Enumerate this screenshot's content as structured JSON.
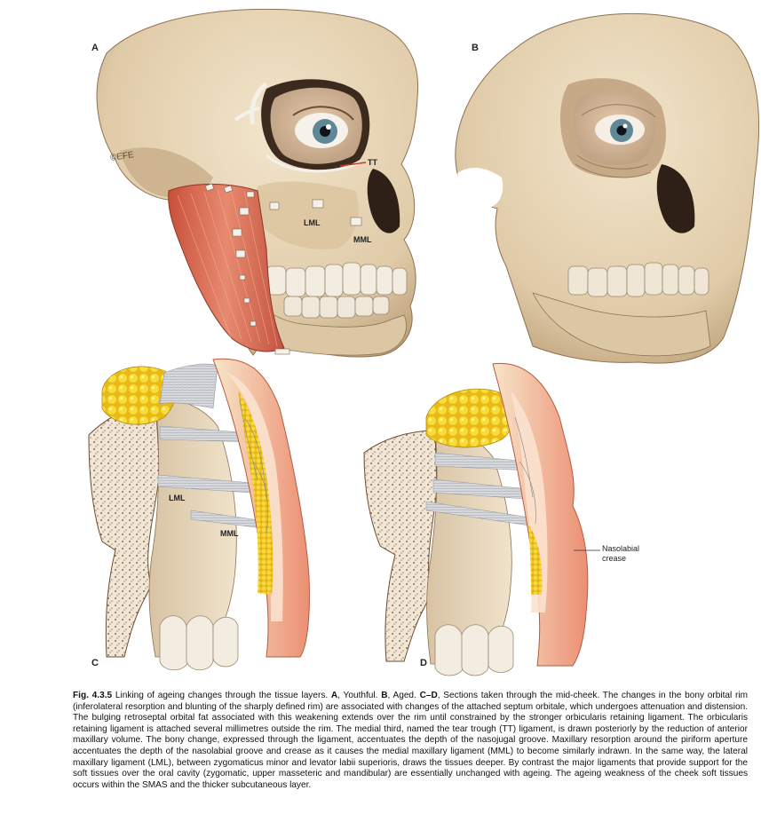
{
  "panels": {
    "a": "A",
    "b": "B",
    "c": "C",
    "d": "D"
  },
  "copyright": "©EFE",
  "labels": {
    "tt": "TT",
    "lml_a": "LML",
    "mml_a": "MML",
    "lml_c": "LML",
    "mml_c": "MML",
    "nasolabial_line1": "Nasolabial",
    "nasolabial_line2": "crease"
  },
  "caption": {
    "fig": "Fig. 4.3.5",
    "s1": " Linking of ageing changes through the tissue layers. ",
    "a": "A",
    "s2": ", Youthful. ",
    "b": "B",
    "s3": ", Aged. ",
    "cd": "C–D",
    "s4": ", Sections taken through the mid-cheek. The changes in the bony orbital rim (inferolateral resorption and blunting of the sharply defined rim) are associated with changes of the attached septum orbitale, which undergoes attenuation and distension. The bulging retroseptal orbital fat associated with this weakening extends over the rim until constrained by the stronger orbicularis retaining ligament. The orbicularis retaining ligament is attached several millimetres outside the rim. The medial third, named the tear trough (TT) ligament, is drawn posteriorly by the reduction of anterior maxillary volume. The bony change, expressed through the ligament, accentuates the depth of the nasojugal groove. Maxillary resorption around the piriform aperture accentuates the depth of the nasolabial groove and crease as it causes the medial maxillary ligament (MML) to become similarly indrawn. In the same way, the lateral maxillary ligament (LML), between zygomaticus minor and levator labii superioris, draws the tissues deeper. By contrast the major ligaments that provide support for the soft tissues over the oral cavity (zygomatic, upper masseteric and mandibular) are essentially unchanged with ageing. The ageing weakness of the cheek soft tissues occurs within the SMAS and the thicker subcutaneous layer."
  },
  "colors": {
    "bone": "#e6d5b8",
    "bone_shadow": "#b89c76",
    "muscle": "#d9674f",
    "fat": "#f2cf2c",
    "skin": "#f0a487",
    "eye_iris": "#5f8797"
  }
}
